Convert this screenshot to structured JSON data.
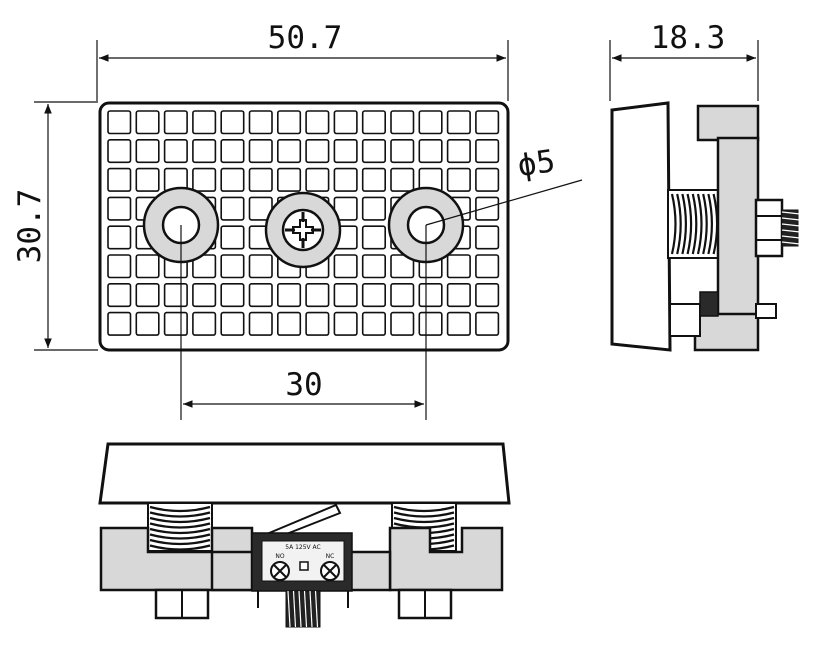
{
  "dimensions": {
    "width": "50.7",
    "depth": "18.3",
    "height": "30.7",
    "hole_diameter": "ϕ5",
    "hole_spacing": "30"
  },
  "switch_label": {
    "line1": "5A 125V AC",
    "line2": "NO",
    "line3": "NC"
  },
  "colors": {
    "line": "#111111",
    "fill": "#d8d8d8",
    "background": "#ffffff"
  }
}
